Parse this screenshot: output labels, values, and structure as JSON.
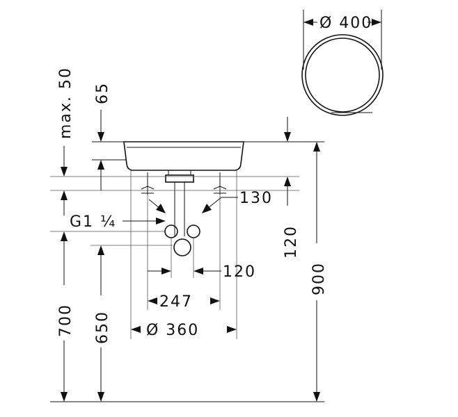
{
  "labels": {
    "dia_400": "Ø 400",
    "max_50": "max. 50",
    "d65": "65",
    "d130": "130",
    "g114": "G1 ¼",
    "d120_v": "120",
    "d120_h": "120",
    "d247": "247",
    "dia_360": "Ø 360",
    "d700": "700",
    "d650": "650",
    "d900": "900"
  }
}
